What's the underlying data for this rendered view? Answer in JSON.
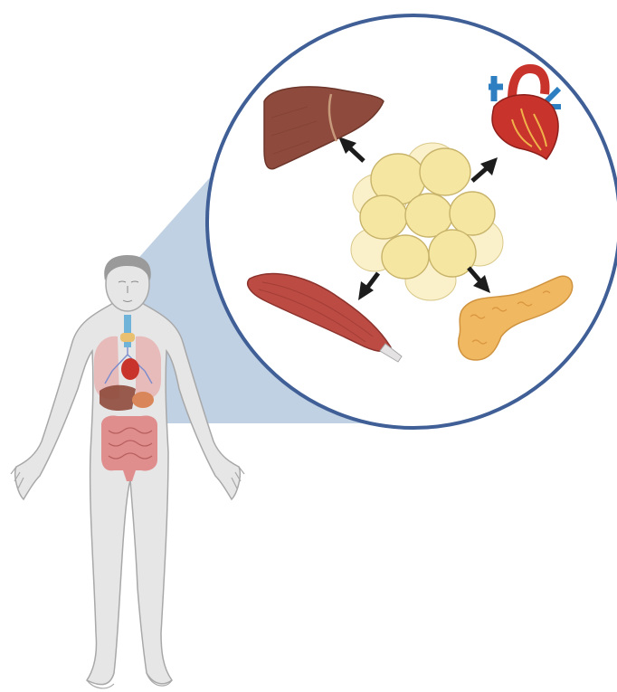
{
  "figure": {
    "subject": "human-body",
    "target_tissue": "adipose-tissue",
    "connected_organs": [
      "liver",
      "heart",
      "skeletal-muscle",
      "pancreas"
    ],
    "colors": {
      "circle_border": "#3f5f96",
      "zoom_cone": "#a7bfd8",
      "body_fill": "#e6e6e6",
      "body_outline": "#a8a8a8",
      "fat_cell": "#f5e7a2",
      "fat_cell_outline": "#c8b36a",
      "liver": "#8e4a3c",
      "heart": "#c8342c",
      "vessel_blue": "#2e7fc1",
      "muscle": "#bb4b43",
      "pancreas": "#f0b860",
      "intestine": "#e08d8d",
      "arrow": "#1c1c1c"
    }
  }
}
